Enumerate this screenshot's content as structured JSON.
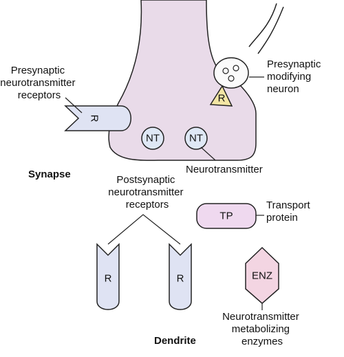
{
  "colors": {
    "terminal": "#e9dbe9",
    "receptor": "#dfe3f3",
    "transport": "#efd9ef",
    "enzyme": "#f3d5e2",
    "presyn_receptor": "#f3e6a4",
    "lipid_head": "#f2ea6c",
    "outline": "#222222"
  },
  "labels": {
    "presynaptic_receptors": [
      "Presynaptic",
      "neurotransmitter",
      "receptors"
    ],
    "presynaptic_neuron": [
      "Presynaptic",
      "modifying",
      "neuron"
    ],
    "neurotransmitter": "Neurotransmitter",
    "synapse": "Synapse",
    "postsynaptic_receptors": [
      "Postsynaptic",
      "neurotransmitter",
      "receptors"
    ],
    "transport_protein": [
      "Transport",
      "protein"
    ],
    "enzymes": [
      "Neurotransmitter",
      "metabolizing",
      "enzymes"
    ],
    "dendrite": "Dendrite"
  },
  "marks": {
    "receptor": "R",
    "neurotransmitter": "NT",
    "transport": "TP",
    "enzyme": "ENZ"
  }
}
